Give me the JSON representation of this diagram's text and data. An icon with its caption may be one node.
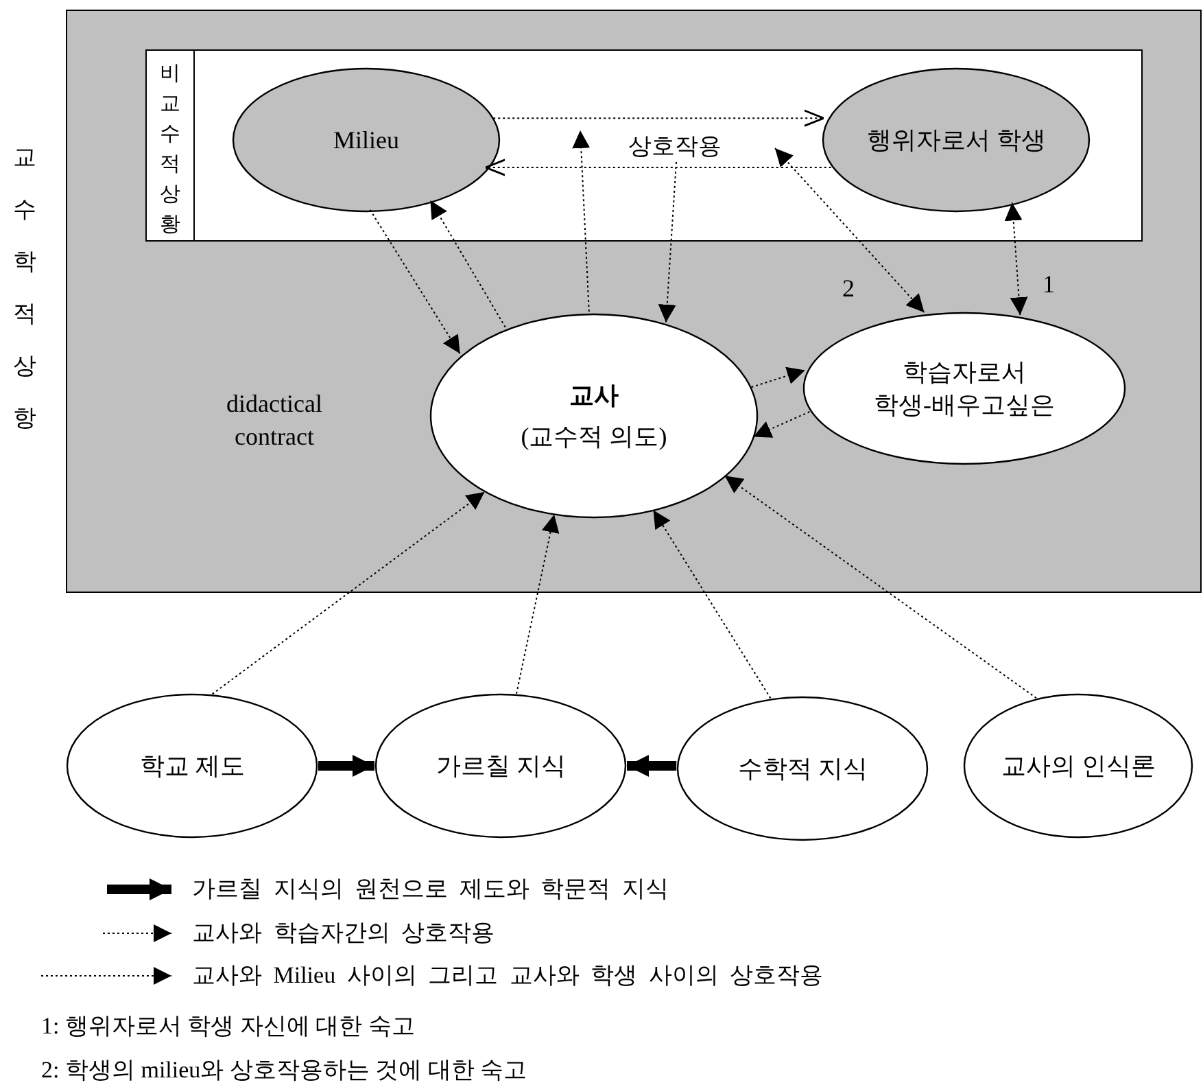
{
  "diagram": {
    "nodes": [
      {
        "text": [
          "교수학적상항"
        ]
      },
      {
        "text": [
          "비교수적상황"
        ],
        "in": 0
      },
      {
        "text": [
          "Milieu"
        ],
        "in": 1
      },
      {
        "text": [
          "행위자로서 학생"
        ],
        "in": 1
      },
      {
        "text": [
          "교사",
          "(교수적 의도)"
        ],
        "in": 0
      },
      {
        "text": [
          "학습자로서 학생-배우고싶은"
        ],
        "in": 0
      },
      {
        "text": [
          "학교 제도"
        ]
      },
      {
        "text": [
          "가르칠 지식"
        ]
      },
      {
        "text": [
          "수학적 지식"
        ]
      },
      {
        "text": [
          "교사의 인식론"
        ]
      },
      {
        "text": [
          "상호작용"
        ],
        "in": 1
      }
    ],
    "edges": [
      {
        "from": 2,
        "to": 3,
        "arrow": "to",
        "style": "dashed"
      },
      {
        "from": 3,
        "to": 2,
        "arrow": "to",
        "style": "dashed"
      },
      {
        "from": 4,
        "to": 2,
        "arrow": "to",
        "style": "dashed"
      },
      {
        "from": 2,
        "to": 4,
        "arrow": "to",
        "style": "dashed"
      },
      {
        "from": 4,
        "to": null,
        "arrow": "to",
        "style": "dashed"
      },
      {
        "from": 10,
        "to": 4,
        "arrow": "to",
        "style": "dashed"
      },
      {
        "from": null,
        "to": 5,
        "arrow": "both",
        "label": "2",
        "style": "dashed"
      },
      {
        "from": 3,
        "to": 5,
        "arrow": "both",
        "label": "1",
        "style": "dashed"
      },
      {
        "from": 4,
        "to": 5,
        "arrow": "to",
        "style": "dashed"
      },
      {
        "from": 5,
        "to": 4,
        "arrow": "to",
        "style": "dashed"
      },
      {
        "from": 6,
        "to": 4,
        "arrow": "to",
        "style": "dashed"
      },
      {
        "from": 7,
        "to": 4,
        "arrow": "to",
        "style": "dashed"
      },
      {
        "from": 8,
        "to": 4,
        "arrow": "to",
        "style": "dashed"
      },
      {
        "from": 9,
        "to": 4,
        "arrow": "to",
        "style": "dashed"
      },
      {
        "from": 6,
        "to": 7,
        "arrow": "to",
        "style": "thick"
      },
      {
        "from": 8,
        "to": 7,
        "arrow": "to",
        "style": "thick"
      }
    ],
    "labels": [
      "didactical contract",
      "1: 행위자로서 학생 자신에 대한 숙고",
      "2: 학생의 milieu와 상호작용하는 것에 대한 숙고"
    ],
    "legend": [
      {
        "text": "가르칠 지식의 원천으로 제도와 학문적 지식"
      },
      {
        "text": "교사와 학습자간의 상호작용"
      },
      {
        "text": "교사와 Milieu 사이의 그리고 교사와 학생 사이의 상호작용"
      }
    ]
  }
}
